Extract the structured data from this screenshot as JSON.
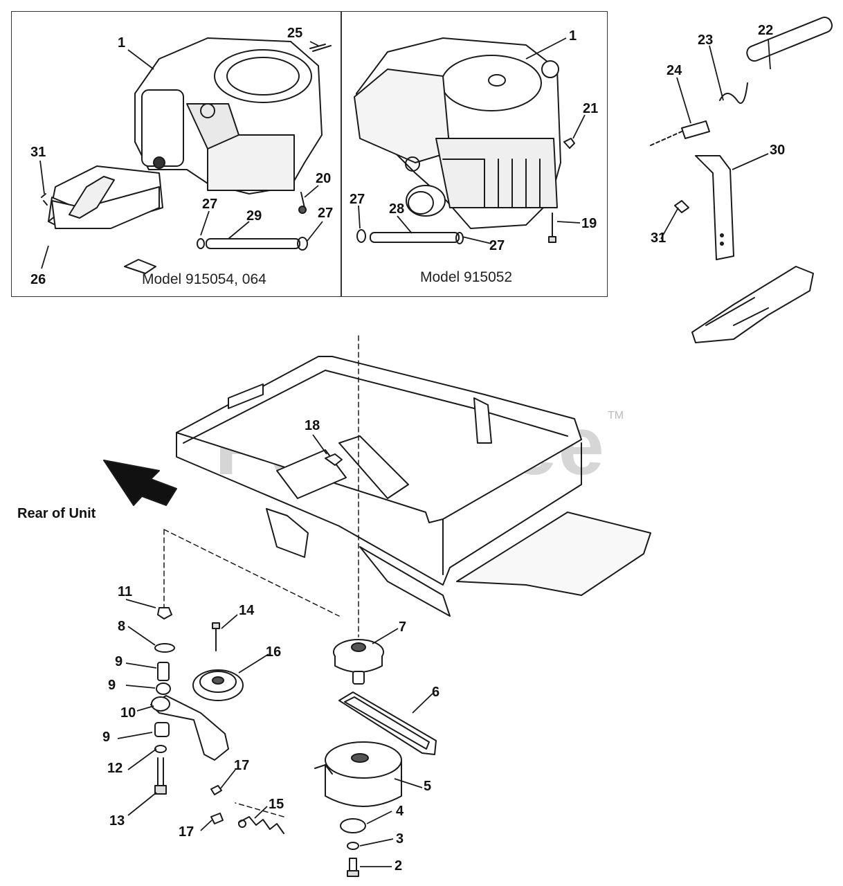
{
  "watermark": {
    "text": "PartsTree",
    "trademark": "TM"
  },
  "panels": {
    "left": {
      "model_label": "Model 915054, 064"
    },
    "middle": {
      "model_label": "Model 915052"
    }
  },
  "rear_label": "Rear of Unit",
  "callouts": {
    "c1a": "1",
    "c25": "25",
    "c31a": "31",
    "c26": "26",
    "c20": "20",
    "c27a": "27",
    "c29": "29",
    "c27b": "27",
    "c1b": "1",
    "c21": "21",
    "c27c": "27",
    "c28": "28",
    "c27d": "27",
    "c19": "19",
    "c22": "22",
    "c23": "23",
    "c24": "24",
    "c30": "30",
    "c31b": "31",
    "c18": "18",
    "c11": "11",
    "c8": "8",
    "c9a": "9",
    "c9b": "9",
    "c10": "10",
    "c9c": "9",
    "c12": "12",
    "c13": "13",
    "c14": "14",
    "c16": "16",
    "c17a": "17",
    "c17b": "17",
    "c15": "15",
    "c7": "7",
    "c6": "6",
    "c5": "5",
    "c4": "4",
    "c3": "3",
    "c2": "2"
  },
  "colors": {
    "line": "#1a1a1a",
    "watermark": "#cfcfcf",
    "fill": "#ffffff"
  }
}
